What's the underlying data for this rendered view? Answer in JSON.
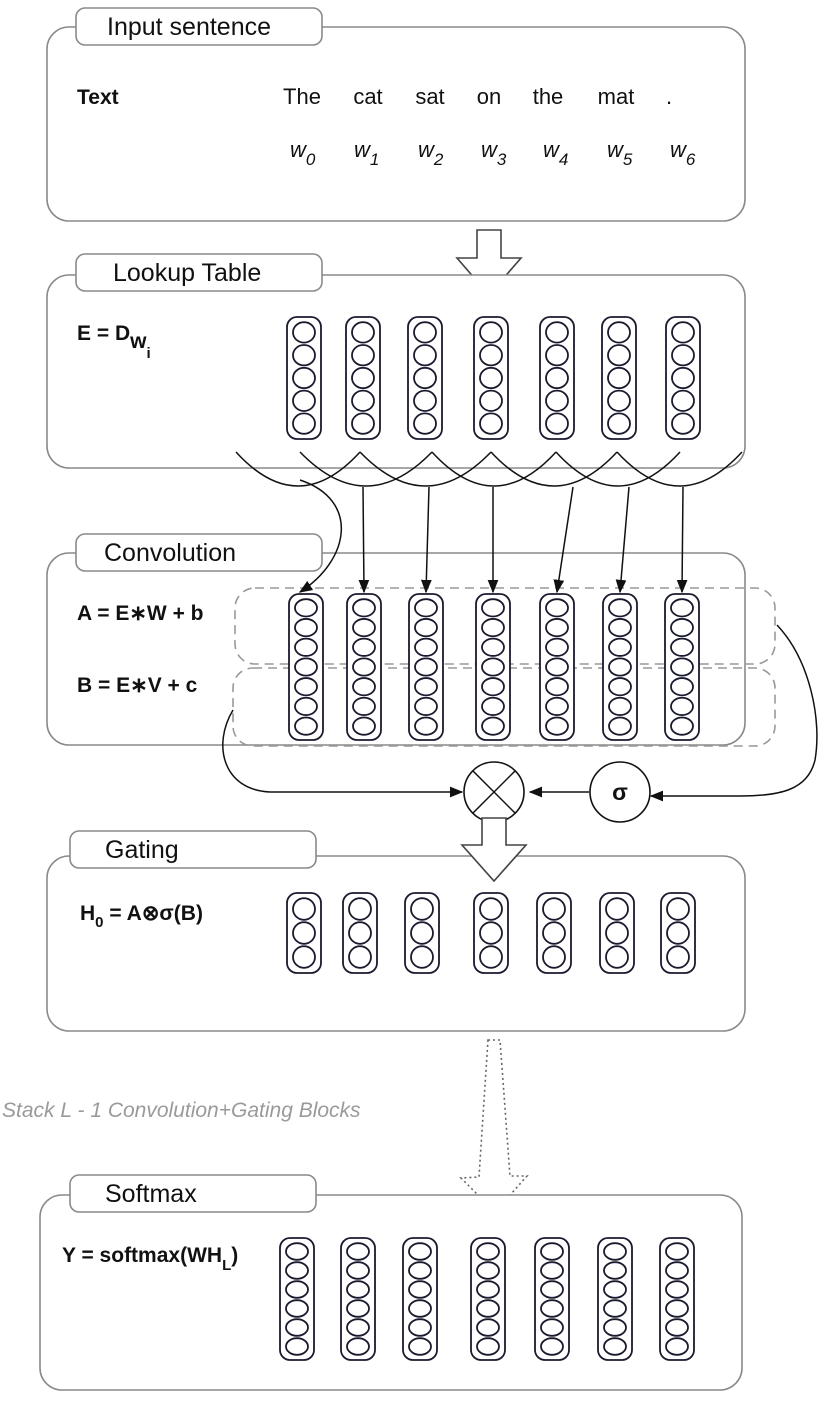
{
  "panels": {
    "input": {
      "title": "Input sentence",
      "row_label": "Text"
    },
    "lookup": {
      "title": "Lookup Table",
      "formula_main": "E = D",
      "formula_sub": "w",
      "formula_subsub": "i"
    },
    "convolution": {
      "title": "Convolution",
      "formula_a": "A = E∗W + b",
      "formula_b": "B = E∗V + c"
    },
    "gating": {
      "title": "Gating",
      "formula_pre": "H",
      "formula_sub": "0",
      "formula_post": " = A⊗σ(B)"
    },
    "softmax": {
      "title": "Softmax",
      "formula_pre": "Y = softmax(WH",
      "formula_sub": "L",
      "formula_post": ")"
    }
  },
  "words": [
    "The",
    "cat",
    "sat",
    "on",
    "the",
    "mat",
    "."
  ],
  "word_symbols": [
    {
      "base": "w",
      "sub": "0"
    },
    {
      "base": "w",
      "sub": "1"
    },
    {
      "base": "w",
      "sub": "2"
    },
    {
      "base": "w",
      "sub": "3"
    },
    {
      "base": "w",
      "sub": "4"
    },
    {
      "base": "w",
      "sub": "5"
    },
    {
      "base": "w",
      "sub": "6"
    }
  ],
  "operators": {
    "multiply": "⊗",
    "sigma": "σ"
  },
  "stack_note": "Stack L - 1 Convolution+Gating Blocks"
}
